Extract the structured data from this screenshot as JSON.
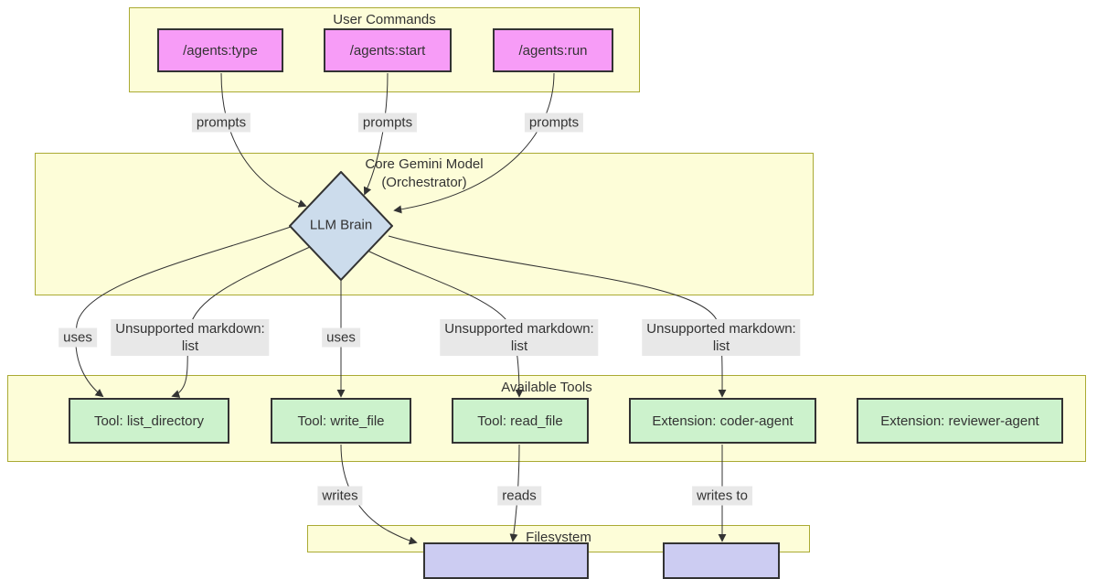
{
  "colors": {
    "background": "#ffffff",
    "subgraph_fill": "#fdfdd8",
    "subgraph_border": "#aaaa33",
    "command_fill": "#f79cf7",
    "tool_fill": "#ccf2cc",
    "file_fill": "#ccccf2",
    "decision_fill": "#ccdcec",
    "node_border": "#333333",
    "edge": "#333333",
    "label_bg": "#e8e8e8",
    "text": "#333333"
  },
  "subgraphs": {
    "user_commands": {
      "title": "User Commands"
    },
    "core_gemini": {
      "title_line1": "Core Gemini Model",
      "title_line2": "(Orchestrator)"
    },
    "available_tools": {
      "title": "Available Tools"
    },
    "filesystem": {
      "title": "Filesystem"
    }
  },
  "nodes": {
    "agents_type": "/agents:type",
    "agents_start": "/agents:start",
    "agents_run": "/agents:run",
    "llm_brain": "LLM Brain",
    "tool_list_directory": "Tool: list_directory",
    "tool_write_file": "Tool: write_file",
    "tool_read_file": "Tool: read_file",
    "extension_coder": "Extension: coder-agent",
    "extension_reviewer": "Extension: reviewer-agent"
  },
  "edge_labels": {
    "prompts_1": "prompts",
    "prompts_2": "prompts",
    "prompts_3": "prompts",
    "uses_1": "uses",
    "uses_2": "uses",
    "unsupported_1_line1": "Unsupported markdown:",
    "unsupported_1_line2": "list",
    "unsupported_2_line1": "Unsupported markdown:",
    "unsupported_2_line2": "list",
    "unsupported_3_line1": "Unsupported markdown:",
    "unsupported_3_line2": "list",
    "writes": "writes",
    "reads": "reads",
    "writes_to": "writes to"
  },
  "edges": [
    {
      "from": "agents_type",
      "to": "llm_brain",
      "label": "prompts"
    },
    {
      "from": "agents_start",
      "to": "llm_brain",
      "label": "prompts"
    },
    {
      "from": "agents_run",
      "to": "llm_brain",
      "label": "prompts"
    },
    {
      "from": "llm_brain",
      "to": "tool_list_directory",
      "label": "uses"
    },
    {
      "from": "llm_brain",
      "to": "tool_list_directory",
      "label": "Unsupported markdown: list"
    },
    {
      "from": "llm_brain",
      "to": "tool_write_file",
      "label": "uses"
    },
    {
      "from": "llm_brain",
      "to": "tool_read_file",
      "label": "Unsupported markdown: list"
    },
    {
      "from": "llm_brain",
      "to": "extension_coder",
      "label": "Unsupported markdown: list"
    },
    {
      "from": "tool_write_file",
      "to": "filesystem_node_1",
      "label": "writes"
    },
    {
      "from": "tool_read_file",
      "to": "filesystem_node_1",
      "label": "reads"
    },
    {
      "from": "extension_coder",
      "to": "filesystem_node_2",
      "label": "writes to"
    }
  ]
}
